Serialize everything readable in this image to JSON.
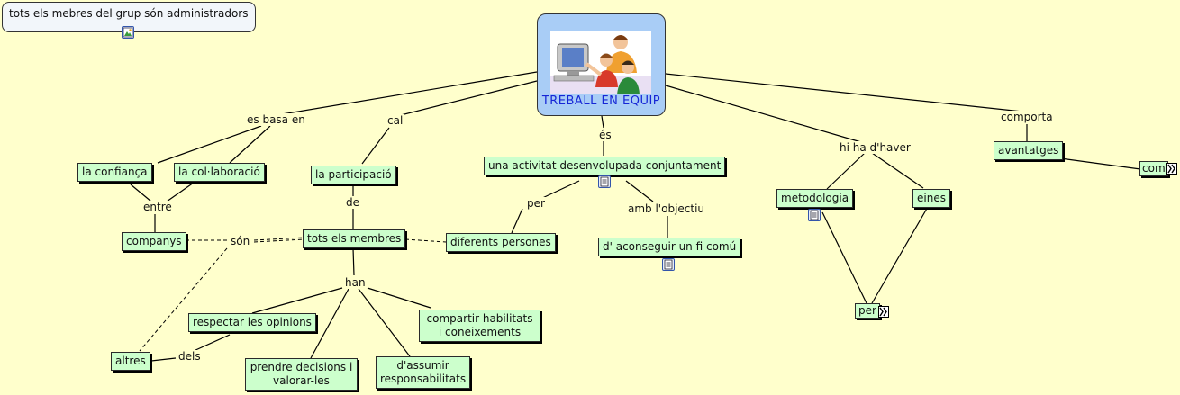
{
  "note": {
    "text": "tots els mebres del grup són administradors"
  },
  "main_topic": {
    "title": "TREBALL EN EQUIP"
  },
  "nodes": {
    "confianca": "la confiança",
    "colaboracio": "la col·laboració",
    "companys": "companys",
    "participacio": "la participació",
    "membres": "tots els membres",
    "activitat": "una activitat desenvolupada conjuntament",
    "persones": "diferents persones",
    "fi_comu": "d' aconseguir un fi comú",
    "respectar": "respectar les opinions",
    "compartir": "compartir habilitats i coneixements",
    "altres": "altres",
    "decisions": "prendre decisions i valorar-les",
    "assumir": "d'assumir responsabilitats",
    "metodologia": "metodologia",
    "eines": "eines",
    "per_node": "per",
    "avantatges": "avantatges",
    "com": "com"
  },
  "labels": {
    "es_basa_en": "es basa en",
    "cal": "cal",
    "es": "és",
    "hi_ha_dhaver": "hi ha d'haver",
    "comporta": "comporta",
    "entre": "entre",
    "de": "de",
    "son": "són",
    "per": "per",
    "amb_lobjectiu": "amb l'objectiu",
    "han": "han",
    "dels": "dels"
  },
  "icons": {
    "note_attachment": "image-icon",
    "activitat_note": "note-icon",
    "fi_comu_note": "note-icon",
    "metodologia_note": "note-icon",
    "per_expand": "expand-arrow-icon",
    "com_expand": "expand-arrow-icon",
    "main_picture": "people-at-computer-icon"
  },
  "colors": {
    "background": "#ffffcc",
    "concept_fill": "#ccffcc",
    "main_fill": "#a9cdf6",
    "main_text": "#1626d6",
    "note_fill": "#f2f6fa"
  }
}
